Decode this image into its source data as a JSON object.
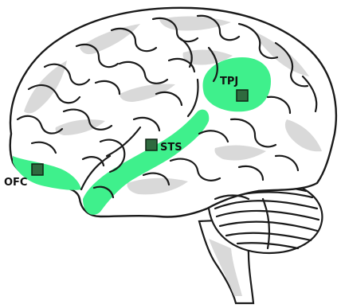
{
  "diagram": {
    "regions": [
      {
        "id": "tpj",
        "label": "TPJ"
      },
      {
        "id": "sts",
        "label": "STS"
      },
      {
        "id": "ofc",
        "label": "OFC"
      }
    ]
  },
  "colors": {
    "highlight": "#3ff08c",
    "marker": "#2f6a3f",
    "marker_stroke": "#0e2414",
    "outline": "#1a1a1a",
    "shade": "#d9d9d9",
    "fill": "#ffffff"
  }
}
